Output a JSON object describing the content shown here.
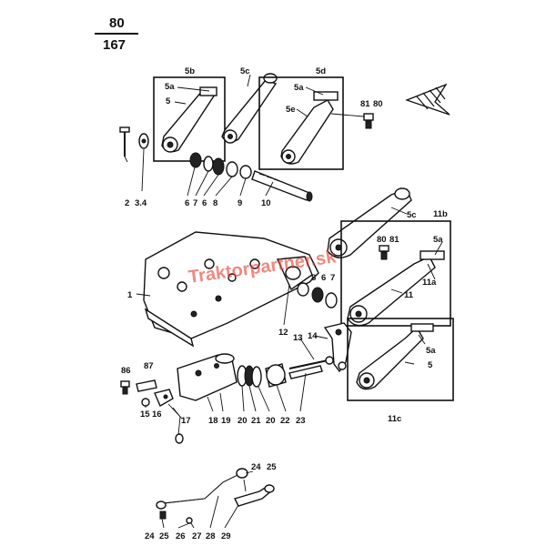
{
  "page": {
    "number_top": "80",
    "number_bottom": "167"
  },
  "watermark": {
    "text": "Traktorpartner.sk",
    "color": "#e63b2e"
  },
  "callouts": {
    "c5b": "5b",
    "c5c_top": "5c",
    "c5d": "5d",
    "c5a_1": "5a",
    "c5_1": "5",
    "c5a_2": "5a",
    "c5e": "5e",
    "c81_top": "81",
    "c80_top": "80",
    "c2": "2",
    "c3_4": "3.4",
    "c6a": "6",
    "c7a": "7",
    "c6b": "6",
    "c8a": "8",
    "c9": "9",
    "c10": "10",
    "c5c_mid": "5c",
    "c11b": "11b",
    "c80_mid": "80",
    "c81_mid": "81",
    "c5a_3": "5a",
    "c11a": "11a",
    "c11": "11",
    "c1": "1",
    "c8b": "8",
    "c6c": "6",
    "c7b": "7",
    "c12": "12",
    "c13": "13",
    "c14": "14",
    "c5a_4": "5a",
    "c5_2": "5",
    "c11c": "11c",
    "c86": "86",
    "c87": "87",
    "c15": "15",
    "c16": "16",
    "c17": "17",
    "c18": "18",
    "c19": "19",
    "c20a": "20",
    "c21": "21",
    "c20b": "20",
    "c22": "22",
    "c23": "23",
    "c24a": "24",
    "c25a": "25",
    "c24b": "24",
    "c25b": "25",
    "c26": "26",
    "c27": "27",
    "c28": "28",
    "c29": "29"
  }
}
